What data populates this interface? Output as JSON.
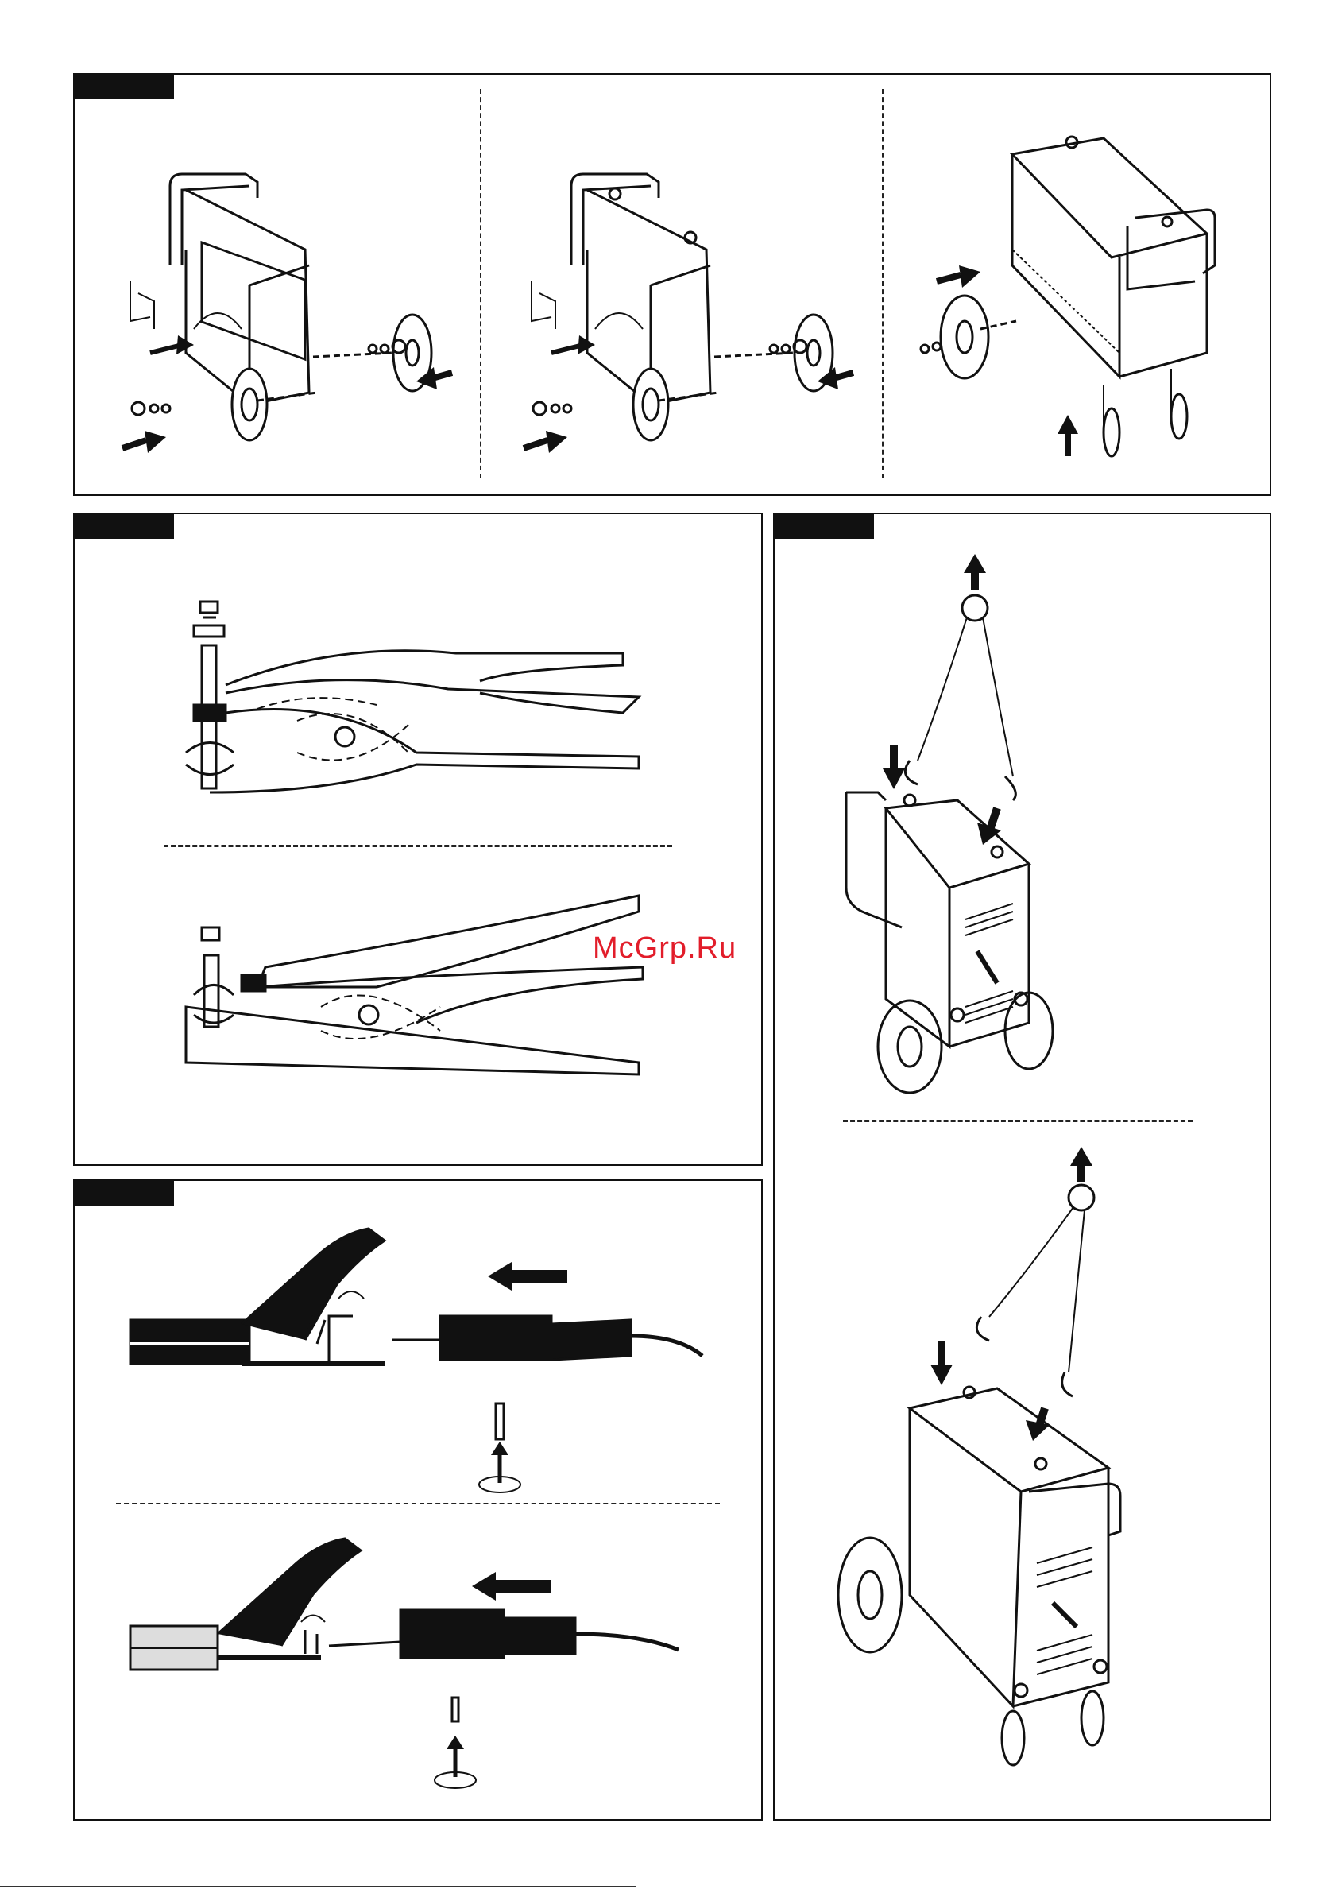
{
  "watermark": {
    "text": "McGrp.Ru",
    "color": "#e21d2a"
  },
  "panels": [
    {
      "name": "wheel-assembly",
      "steps": 3
    },
    {
      "name": "earth-clamp-assembly",
      "steps": 2
    },
    {
      "name": "lifting-instructions",
      "steps": 2
    },
    {
      "name": "electrode-holder-assembly",
      "steps": 2
    }
  ],
  "colors": {
    "line": "#111111",
    "tab": "#111111",
    "background": "#ffffff"
  }
}
